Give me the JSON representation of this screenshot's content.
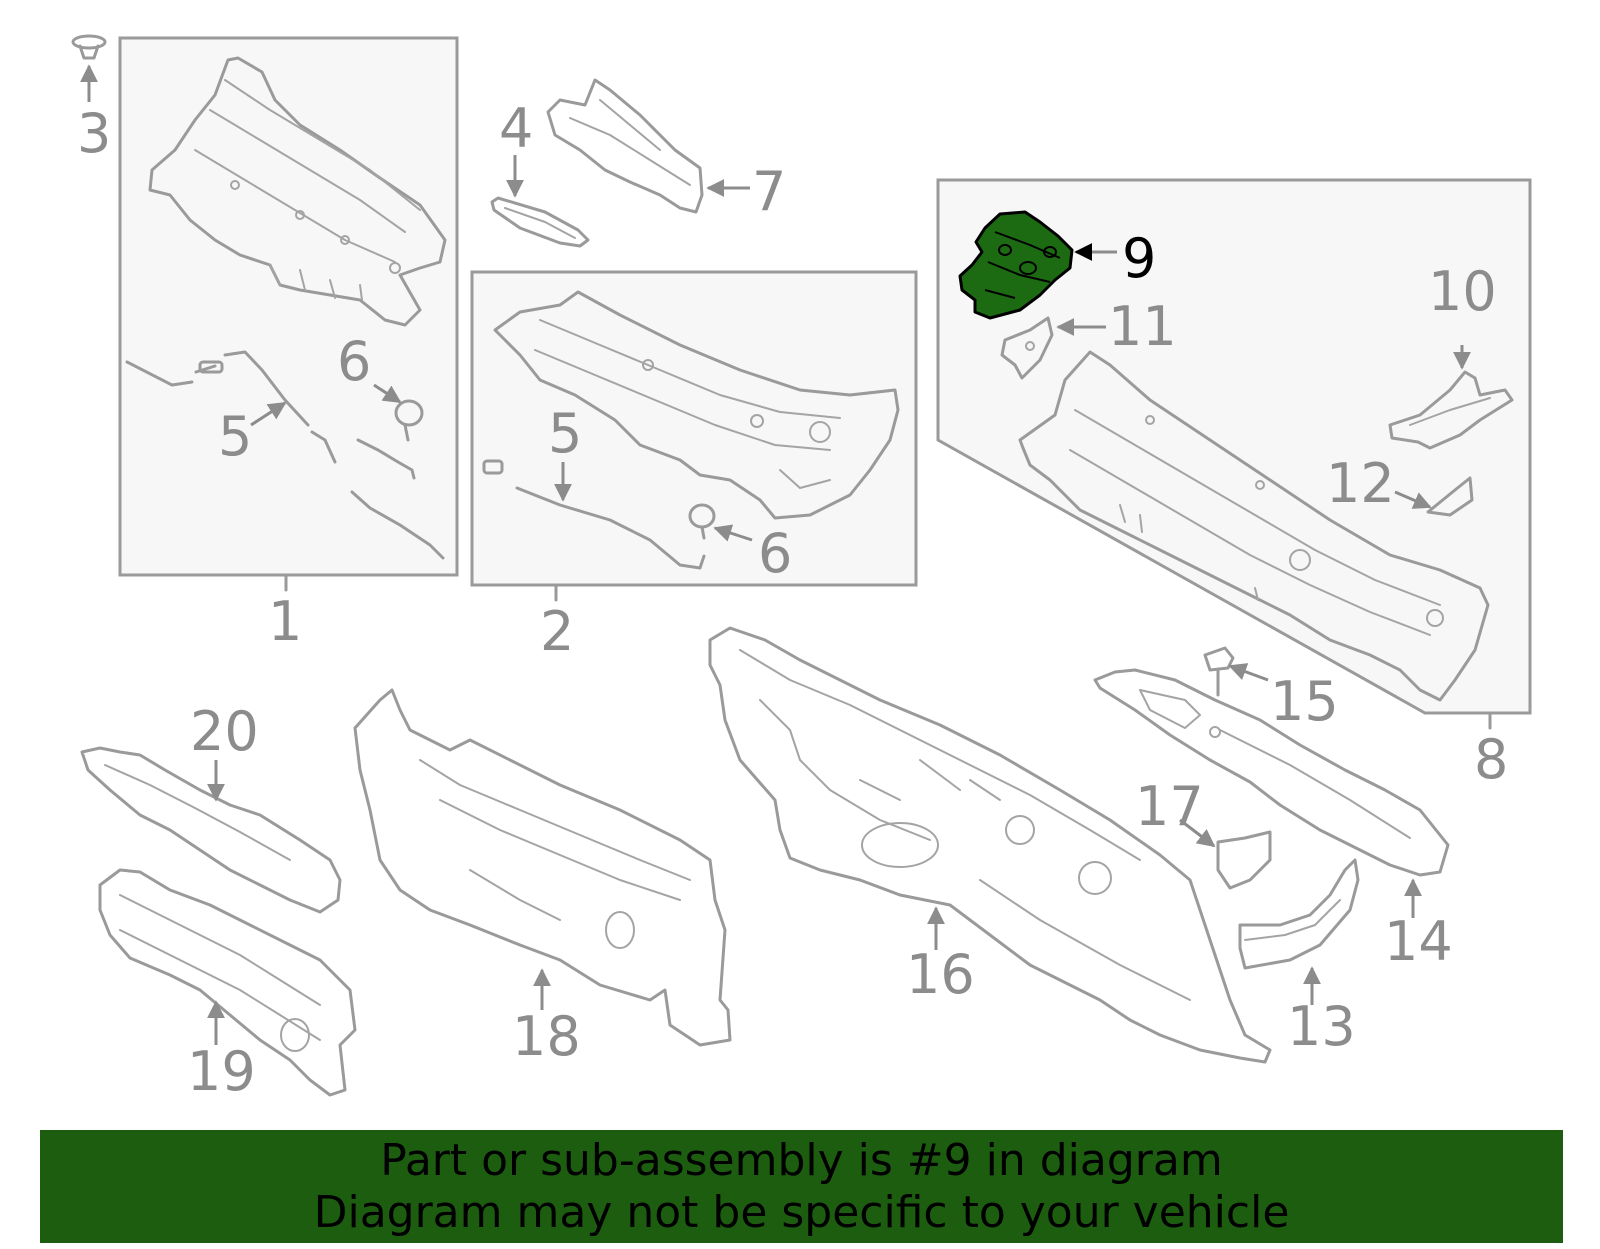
{
  "colors": {
    "highlight_fill": "#1c6b12",
    "highlight_stroke": "#000000",
    "part_stroke": "#9a9a9a",
    "label_gray": "#8c8c8c",
    "banner_bg": "#1c5d10",
    "box_fill": "#f7f7f7"
  },
  "highlighted_part": "9",
  "callouts": {
    "c1": "1",
    "c2": "2",
    "c3": "3",
    "c4": "4",
    "c5a": "5",
    "c5b": "5",
    "c6a": "6",
    "c6b": "6",
    "c7": "7",
    "c8": "8",
    "c9": "9",
    "c10": "10",
    "c11": "11",
    "c12": "12",
    "c13": "13",
    "c14": "14",
    "c15": "15",
    "c16": "16",
    "c17": "17",
    "c18": "18",
    "c19": "19",
    "c20": "20"
  },
  "banner": {
    "line1": "Part or sub-assembly is #9 in diagram",
    "line2": "Diagram may not be specific to your vehicle"
  }
}
